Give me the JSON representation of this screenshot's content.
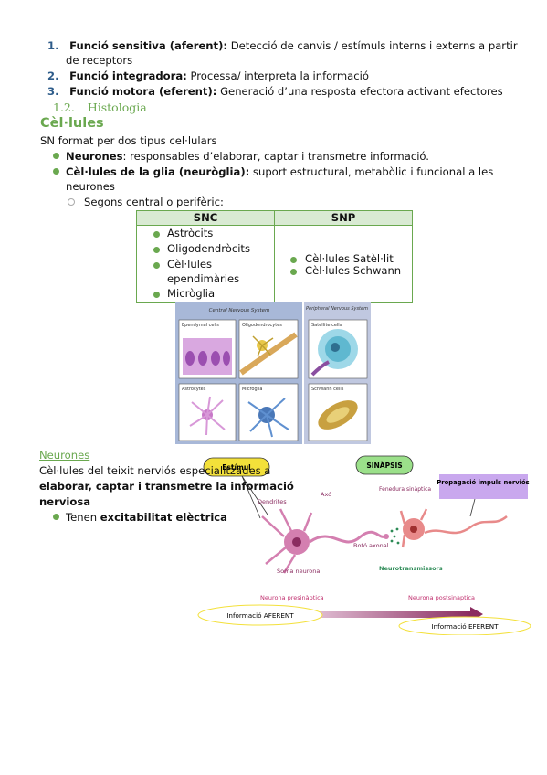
{
  "functions": [
    {
      "num": "1.",
      "term": "Funció sensitiva (aferent):",
      "desc": "Detecció de canvis / estímuls interns i externs a partir",
      "desc2": "de receptors"
    },
    {
      "num": "2.",
      "term": "Funció integradora:",
      "desc": "Processa/ interpreta la informació"
    },
    {
      "num": "3.",
      "term": "Funció motora (eferent):",
      "desc": "Generació d’una resposta efectora activant efectores"
    }
  ],
  "section": {
    "num": "1.2.",
    "title": "Histologia"
  },
  "cells_heading": "Cèl·lules",
  "intro": "SN format per dos tipus cel·lulars",
  "types": [
    {
      "term": "Neurones",
      "desc": ": responsables d’elaborar, captar i transmetre informació."
    },
    {
      "term": "Cèl·lules de la glia (neuròglia):",
      "desc": " suport estructural, metabòlic i funcional a les",
      "desc2": "neurones"
    }
  ],
  "sub_bullet": "Segons central o perifèric:",
  "table": {
    "headers": [
      "SNC",
      "SNP"
    ],
    "snc": [
      "Astròcits",
      "Oligodendròcits",
      "Cèl·lules",
      "ependimàries",
      "Micròglia"
    ],
    "snp": [
      "Cèl·lules Satèl·lit",
      "Cèl·lules Schwann"
    ]
  },
  "glia_figure": {
    "left_title": "Central Nervous System",
    "right_title": "Peripheral Nervous System",
    "panels": [
      "Ependymal cells",
      "Oligodendrocytes",
      "Satellite cells",
      "Astrocytes",
      "Microglia",
      "Schwann cells"
    ]
  },
  "neurones": {
    "heading": "Neurones",
    "line1": "Cèl·lules del teixit nerviós especialitzades a",
    "line2": "elaborar, captar i transmetre la informació",
    "line3": "nerviosa",
    "bullet_pre": "Tenen ",
    "bullet_bold": "excitabilitat elèctrica"
  },
  "neuron_diagram": {
    "estimul": "Estímul",
    "sinapsis": "SINÀPSIS",
    "propagacio": "Propagació impuls nerviós",
    "dendrites": "Dendrites",
    "axo": "Axó",
    "fenedura": "Fenedura sinàptica",
    "soma": "Soma neuronal",
    "boto": "Botó axonal",
    "neurotransmissors": "Neurotransmissors",
    "presinaptica": "Neurona presinàptica",
    "postsinaptica": "Neurona postsinàptica",
    "aferent": "Informació AFERENT",
    "eferent": "Informació EFERENT"
  },
  "colors": {
    "accent_green": "#6aa84f",
    "number_blue": "#2e5c8a",
    "pink": "#c0306f",
    "teal": "#2e8b57"
  }
}
